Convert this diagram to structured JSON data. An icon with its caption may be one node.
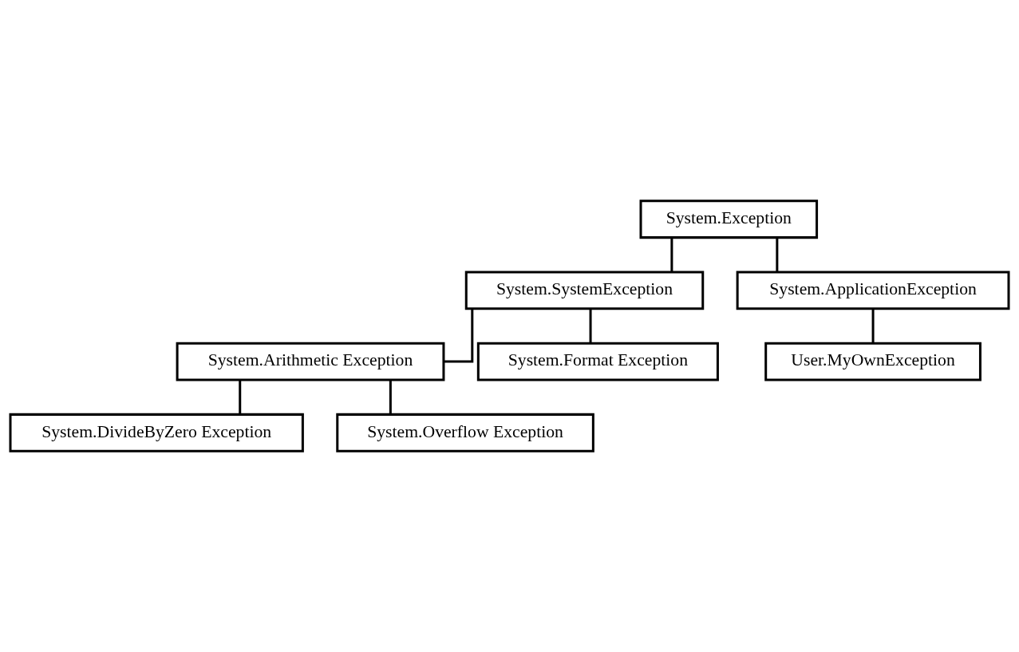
{
  "diagram": {
    "nodes": [
      {
        "text": [
          "System.Exception"
        ]
      },
      {
        "text": [
          "System.SystemException"
        ]
      },
      {
        "text": [
          "System.ApplicationException"
        ]
      },
      {
        "text": [
          "System.Arithmetic Exception"
        ]
      },
      {
        "text": [
          "System.Format Exception"
        ]
      },
      {
        "text": [
          "User.MyOwnException"
        ]
      },
      {
        "text": [
          "System.DivideByZero Exception"
        ]
      },
      {
        "text": [
          "System.Overflow Exception"
        ]
      }
    ],
    "edges": [
      {
        "from": 0,
        "to": 1,
        "arrow": "none"
      },
      {
        "from": 0,
        "to": 2,
        "arrow": "none"
      },
      {
        "from": 1,
        "to": 3,
        "arrow": "none"
      },
      {
        "from": 1,
        "to": 4,
        "arrow": "none"
      },
      {
        "from": 2,
        "to": 5,
        "arrow": "none"
      },
      {
        "from": 3,
        "to": 6,
        "arrow": "none"
      },
      {
        "from": 3,
        "to": 7,
        "arrow": "none"
      }
    ]
  }
}
